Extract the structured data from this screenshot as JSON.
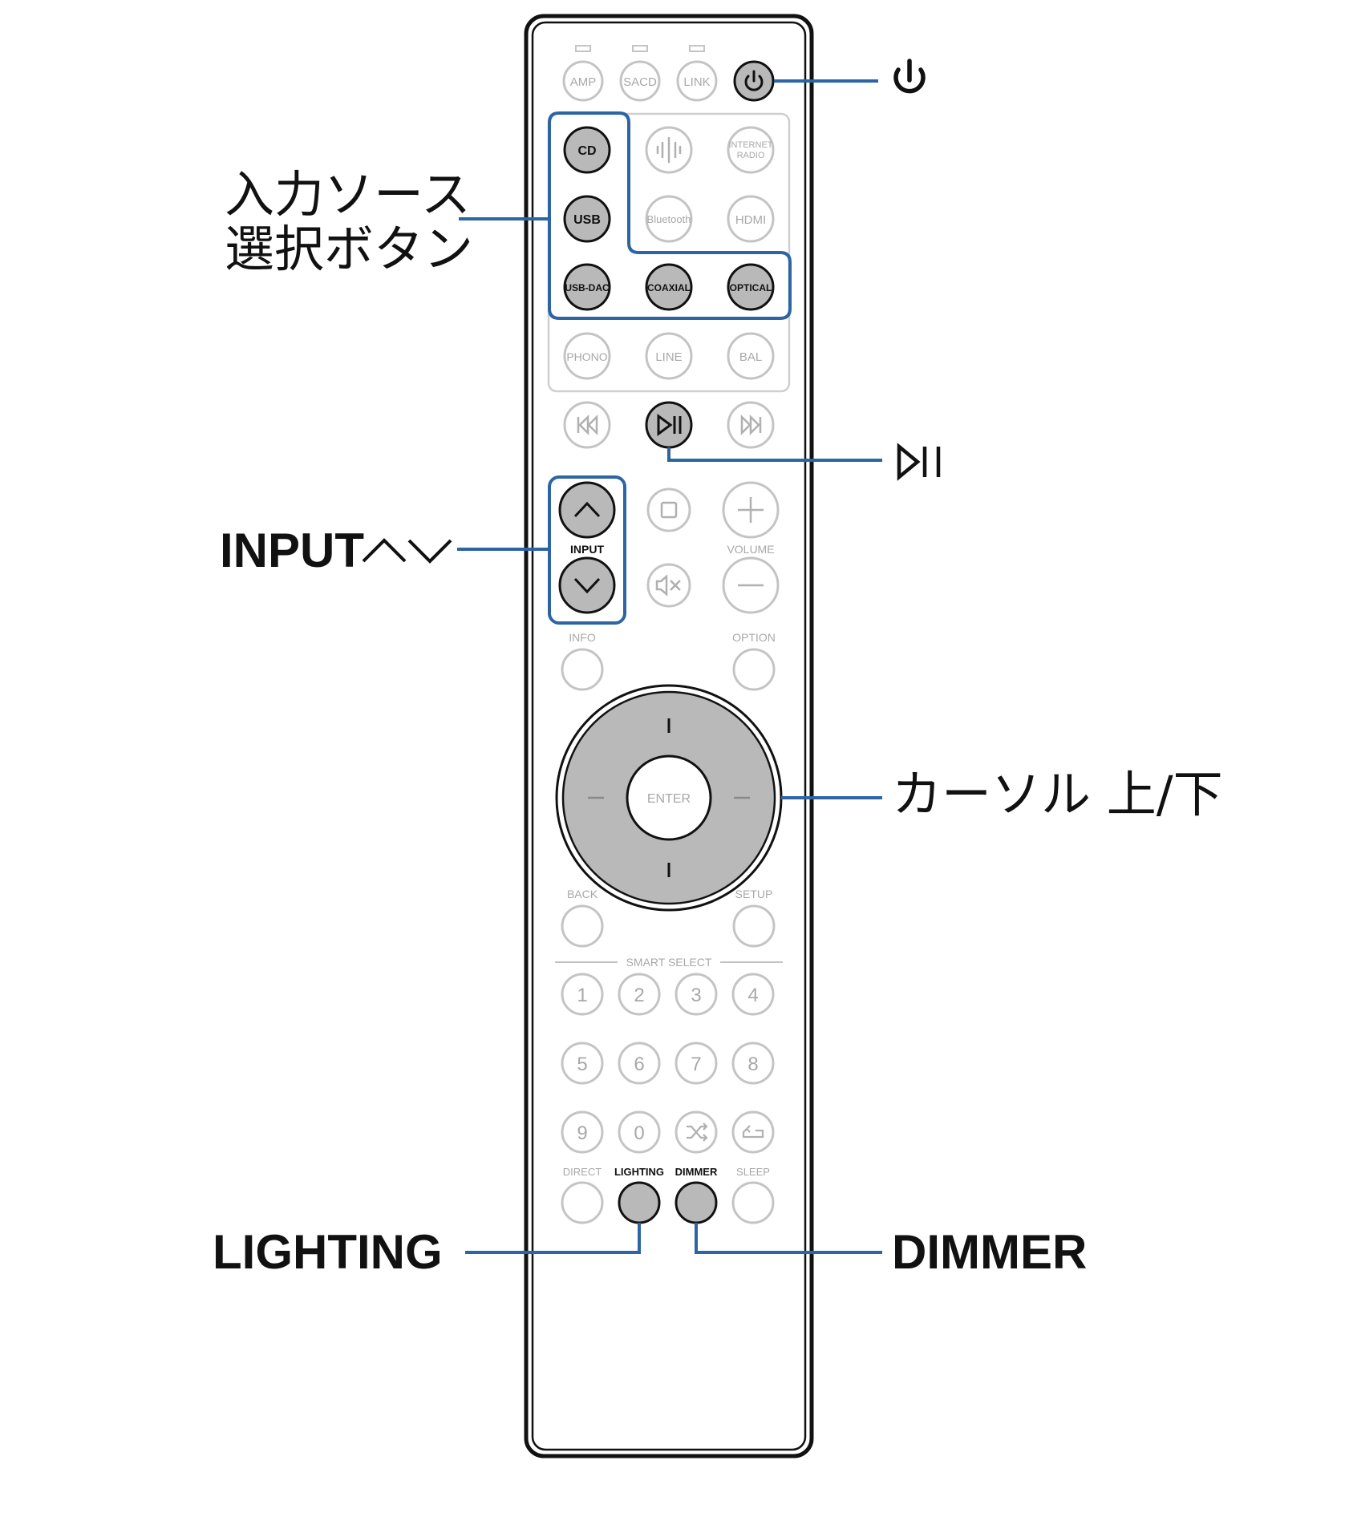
{
  "colors": {
    "callout_line": "#2c64a4",
    "highlight_button": "#b9b9b9",
    "dim_outline": "#c4c4c4",
    "dim_text": "#a8a8a8",
    "body_outline": "#111111"
  },
  "remote": {
    "led_row": {
      "amp": "AMP",
      "sacd": "SACD",
      "link": "LINK",
      "power_icon": "power-icon"
    },
    "source_buttons": {
      "cd": "CD",
      "heos_icon": "heos-icon",
      "internet_radio": "INTERNET\nRADIO",
      "usb": "USB",
      "bluetooth": "Bluetooth",
      "hdmi": "HDMI",
      "usb_dac": "USB-DAC",
      "coaxial": "COAXIAL",
      "optical": "OPTICAL",
      "phono": "PHONO",
      "line": "LINE",
      "bal": "BAL"
    },
    "transport": {
      "prev_icon": "skip-back-icon",
      "play_pause_icon": "play-pause-icon",
      "next_icon": "skip-forward-icon",
      "stop_icon": "stop-icon",
      "mute_icon": "mute-icon"
    },
    "input_label": "INPUT",
    "volume_label": "VOLUME",
    "info_label": "INFO",
    "option_label": "OPTION",
    "enter_label": "ENTER",
    "back_label": "BACK",
    "setup_label": "SETUP",
    "smart_select_label": "SMART SELECT",
    "number_keys": [
      "1",
      "2",
      "3",
      "4",
      "5",
      "6",
      "7",
      "8",
      "9",
      "0"
    ],
    "random_icon": "shuffle-icon",
    "repeat_icon": "repeat-icon",
    "bottom_labels": {
      "direct": "DIRECT",
      "lighting": "LIGHTING",
      "dimmer": "DIMMER",
      "sleep": "SLEEP"
    }
  },
  "callouts": {
    "power": "power-icon",
    "source_select_line1": "入力ソース",
    "source_select_line2": "選択ボタン",
    "play_pause": "play-pause-icon",
    "input": "INPUT",
    "cursor": "カーソル 上/下",
    "lighting": "LIGHTING",
    "dimmer": "DIMMER"
  }
}
